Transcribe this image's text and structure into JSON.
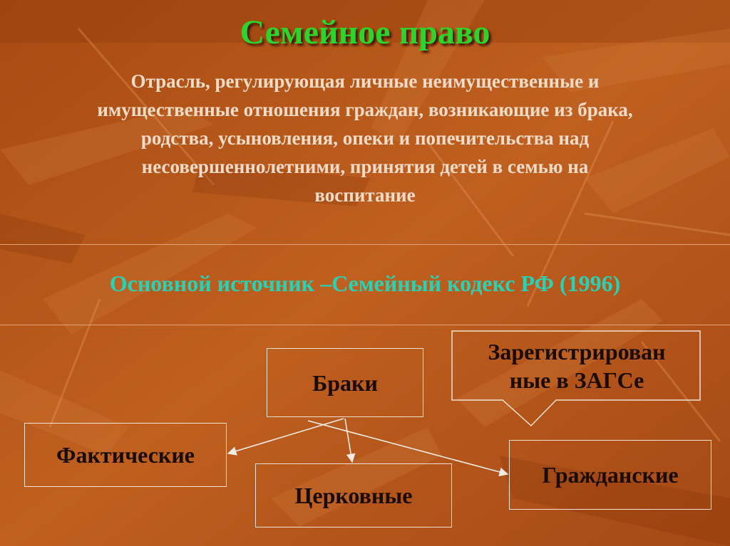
{
  "title": "Семейное право",
  "definition_lines": [
    "Отрасль, регулирующая личные неимущественные и",
    "имущественные отношения граждан, возникающие из брака,",
    "родства, усыновления, опеки и попечительства над",
    "несовершеннолетними, принятия детей в семью на",
    "воспитание"
  ],
  "source": "Основной источник –Семейный кодекс РФ (1996)",
  "diagram": {
    "root": "Браки",
    "children": [
      "Фактические",
      "Церковные",
      "Гражданские"
    ],
    "callout_lines": [
      "Зарегистрирован",
      "ные в ЗАГСе"
    ]
  },
  "colors": {
    "background": "#b4541a",
    "title": "#2bd52b",
    "source": "#27d2b5",
    "box_text": "#1a0c04",
    "definition_text": "#f2dcc8",
    "border": "#f0e2d2"
  }
}
